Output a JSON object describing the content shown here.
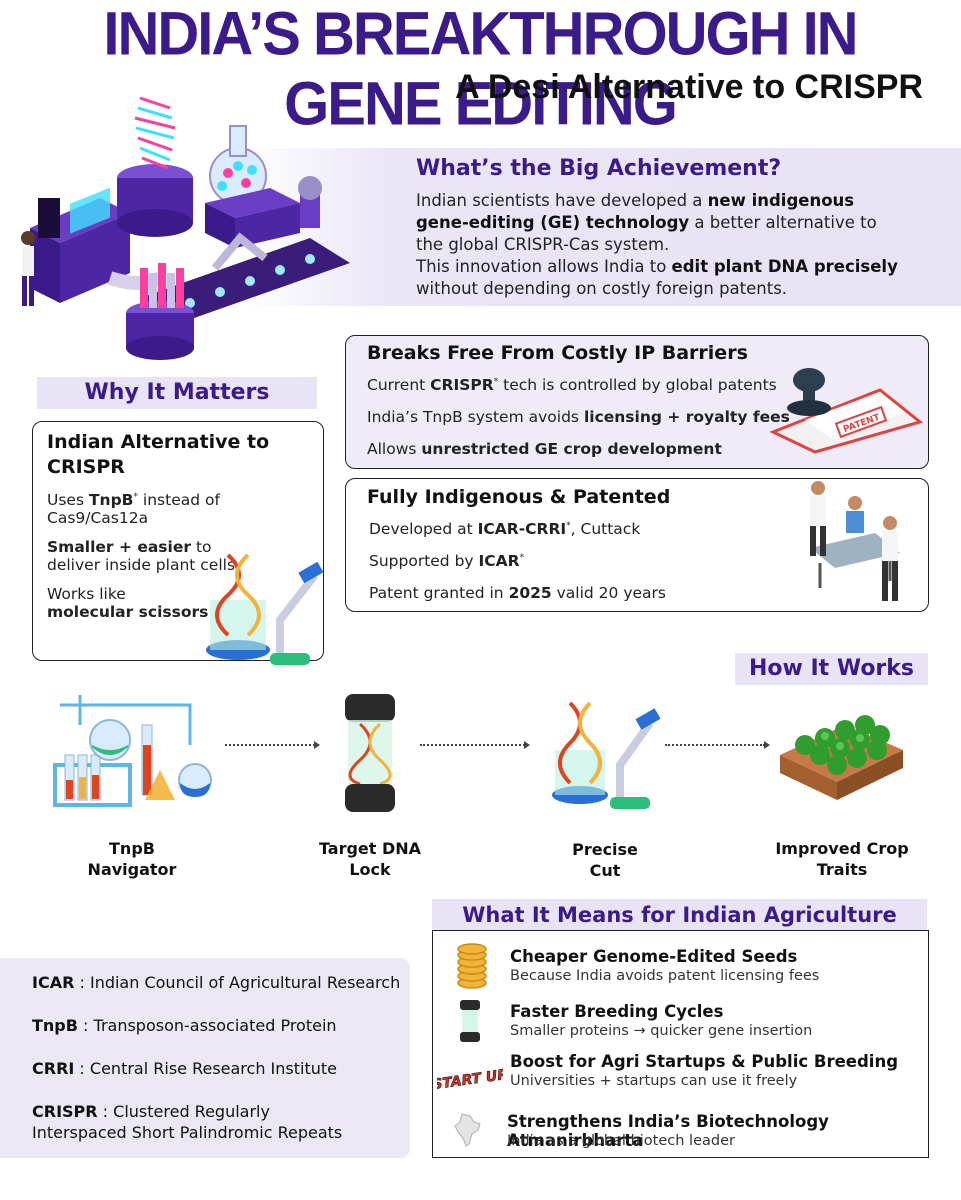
{
  "header": {
    "title": "INDIA’S BREAKTHROUGH IN GENE EDITING",
    "subtitle": "A Desi Alternative to CRISPR"
  },
  "achievement": {
    "title": "What’s the Big Achievement?",
    "line1_plain": "Indian scientists have developed a ",
    "line1_bold": "new indigenous",
    "line2_bold": "gene-editing (GE) technology",
    "line2_plain": " a better alternative to",
    "line3": "the global CRISPR-Cas system.",
    "line4_plain": "This innovation allows India to ",
    "line4_bold": "edit plant DNA precisely",
    "line5": "without depending on costly foreign patents."
  },
  "why": {
    "tag": "Why It Matters",
    "card_title": "Indian Alternative to CRISPR",
    "item1_bold": "TnpB",
    "item1_prefix": "Uses ",
    "item1_rest": " instead of Cas9/Cas12a",
    "item2_bold": "Smaller + easier",
    "item2_rest": " to deliver inside plant cells",
    "item3_prefix": "Works like ",
    "item3_bold": "molecular scissors"
  },
  "ip": {
    "title": "Breaks Free From Costly IP Barriers",
    "l1_a": "Current ",
    "l1_b": "CRISPR",
    "l1_c": " tech is controlled by global patents",
    "l2_a": "India’s TnpB system avoids ",
    "l2_b": "licensing + royalty fees",
    "l3_a": "Allows ",
    "l3_b": "unrestricted GE crop development",
    "stamp_label": "PATENT"
  },
  "indigenous": {
    "title": "Fully Indigenous & Patented",
    "l1_a": "Developed at ",
    "l1_b": "ICAR-CRRI",
    "l1_c": ", Cuttack",
    "l2_a": "Supported by ",
    "l2_b": "ICAR",
    "l3_a": "Patent granted in ",
    "l3_b": "2025",
    "l3_c": " valid 20 years"
  },
  "how": {
    "tag": "How It Works",
    "steps": [
      {
        "line1": "TnpB",
        "line2": "Navigator"
      },
      {
        "line1": "Target DNA",
        "line2": "Lock"
      },
      {
        "line1": "Precise",
        "line2": "Cut"
      },
      {
        "line1": "Improved Crop",
        "line2": "Traits"
      }
    ]
  },
  "glossary": [
    {
      "abbr": "ICAR",
      "full": "Indian Council of Agricultural Research"
    },
    {
      "abbr": "TnpB",
      "full": "Transposon-associated Protein"
    },
    {
      "abbr": "CRRI",
      "full": "Central Rise Research Institute"
    },
    {
      "abbr": "CRISPR",
      "full": "Clustered Regularly",
      "full2": "Interspaced Short Palindromic Repeats"
    }
  ],
  "agri": {
    "tag": "What It Means for Indian Agriculture",
    "startup_label": "START UP",
    "items": [
      {
        "title": "Cheaper Genome-Edited Seeds",
        "desc": "Because India avoids patent licensing fees"
      },
      {
        "title": "Faster Breeding Cycles",
        "desc": "Smaller proteins → quicker gene insertion"
      },
      {
        "title": "Boost for Agri Startups & Public Breeding",
        "desc": "Universities + startups can use it freely"
      },
      {
        "title": "Strengthens India’s Biotechnology Atmanirbharta",
        "desc": "India as a global biotech leader"
      }
    ]
  },
  "colors": {
    "accent": "#3b1a8a",
    "tag_bg": "#e9e4f5",
    "machine": "#5b2bb0"
  }
}
